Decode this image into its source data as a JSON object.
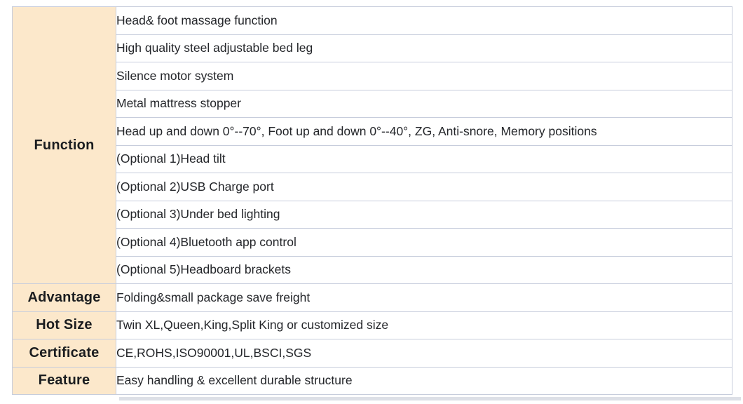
{
  "colors": {
    "label_background": "#fce8cb",
    "grid_border": "#c7cddc",
    "body_text": "#24262a",
    "label_text": "#1b1d20",
    "page_background": "#ffffff"
  },
  "table": {
    "sections": [
      {
        "label": "Function",
        "rows": [
          "Head& foot massage function",
          "High quality steel adjustable bed leg",
          "Silence motor system",
          "Metal mattress stopper",
          "Head up and down 0°--70°, Foot up and down 0°--40°, ZG, Anti-snore, Memory positions",
          "(Optional 1)Head tilt",
          "(Optional 2)USB Charge port",
          "(Optional 3)Under bed lighting",
          "(Optional 4)Bluetooth app control",
          "(Optional 5)Headboard brackets"
        ]
      },
      {
        "label": "Advantage",
        "rows": [
          "Folding&small package save freight"
        ]
      },
      {
        "label": "Hot Size",
        "rows": [
          "Twin XL,Queen,King,Split King or customized size"
        ]
      },
      {
        "label": "Certificate",
        "rows": [
          "CE,ROHS,ISO90001,UL,BSCI,SGS"
        ]
      },
      {
        "label": "Feature",
        "rows": [
          "Easy handling & excellent durable structure"
        ]
      }
    ]
  }
}
